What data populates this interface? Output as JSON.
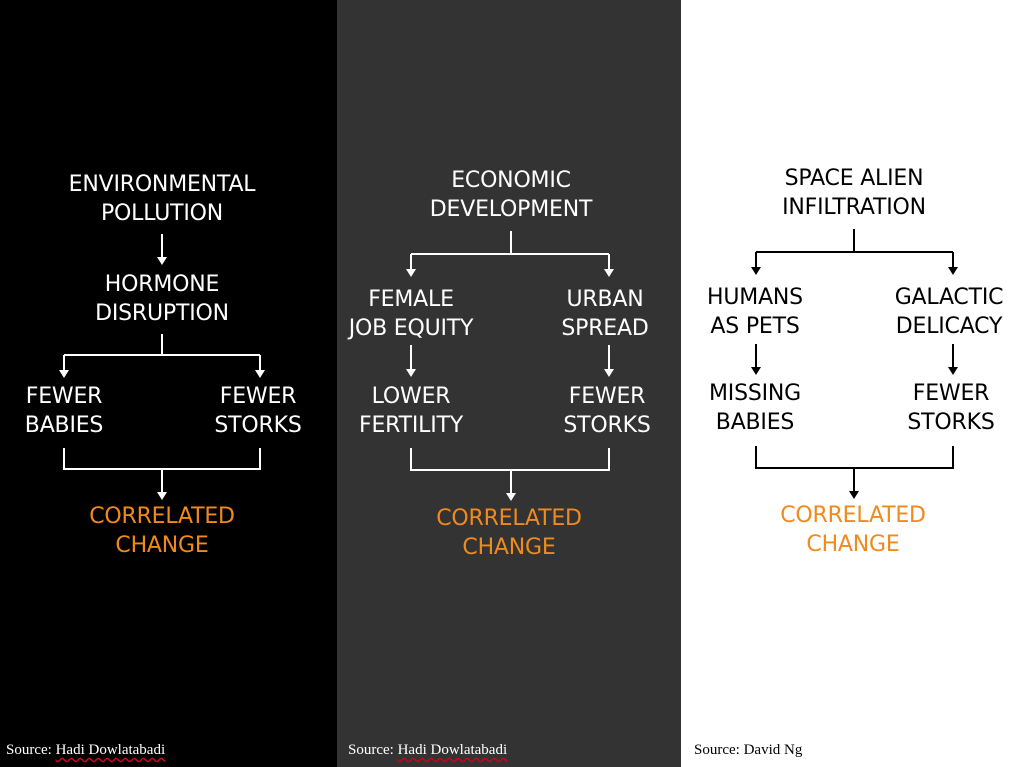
{
  "colors": {
    "correlated": "#f08a1c",
    "panel1_bg": "#000000",
    "panel2_bg": "#333333",
    "panel3_bg": "#ffffff"
  },
  "panel1": {
    "top": [
      "ENVIRONMENTAL",
      "POLLUTION"
    ],
    "mid": [
      "HORMONE",
      "DISRUPTION"
    ],
    "left": [
      "FEWER",
      "BABIES"
    ],
    "right": [
      "FEWER",
      "STORKS"
    ],
    "result": [
      "CORRELATED",
      "CHANGE"
    ],
    "source_prefix": "Source: ",
    "source_name": "Hadi Dowlatabadi"
  },
  "panel2": {
    "top": [
      "ECONOMIC",
      "DEVELOPMENT"
    ],
    "left_a": [
      "FEMALE",
      "JOB EQUITY"
    ],
    "right_a": [
      "URBAN",
      "SPREAD"
    ],
    "left_b": [
      "LOWER",
      "FERTILITY"
    ],
    "right_b": [
      "FEWER",
      "STORKS"
    ],
    "result": [
      "CORRELATED",
      "CHANGE"
    ],
    "source_prefix": "Source: ",
    "source_name": "Hadi Dowlatabadi"
  },
  "panel3": {
    "top": [
      "SPACE ALIEN",
      "INFILTRATION"
    ],
    "left_a": [
      "HUMANS",
      "AS PETS"
    ],
    "right_a": [
      "GALACTIC",
      "DELICACY"
    ],
    "left_b": [
      "MISSING",
      "BABIES"
    ],
    "right_b": [
      "FEWER",
      "STORKS"
    ],
    "result": [
      "CORRELATED",
      "CHANGE"
    ],
    "source_prefix": "Source: ",
    "source_name": "David Ng"
  }
}
